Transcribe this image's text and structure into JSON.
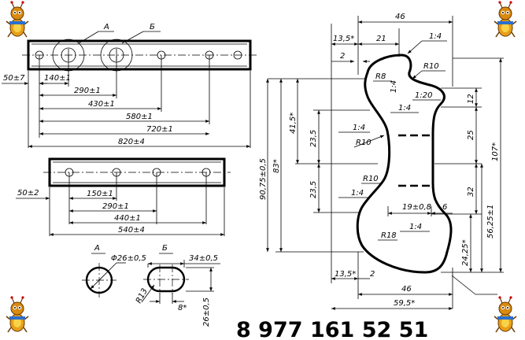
{
  "phone": "8 977 161 52 51",
  "bar1": {
    "labels": [
      "А",
      "Б"
    ],
    "dims": [
      "50±7",
      "140±1",
      "290±1",
      "430±1",
      "580±1",
      "720±1",
      "820±4"
    ]
  },
  "bar2": {
    "dims": [
      "50±2",
      "150±1",
      "290±1",
      "440±1",
      "540±4"
    ]
  },
  "details": {
    "a_label": "А",
    "b_label": "Б",
    "hole_dia": "Φ26±0,5",
    "slot_len": "34±0,5",
    "slot_radius": "R13",
    "slot_inner": "8*",
    "slot_height": "26±0,5"
  },
  "profile": {
    "top": [
      "46",
      "13,5*",
      "21",
      "2",
      "1:4"
    ],
    "radii": [
      "R10",
      "R8",
      "R10",
      "R10",
      "R18"
    ],
    "slopes": [
      "1:4",
      "1:20",
      "1:4",
      "1:4",
      "1:4",
      "1:4"
    ],
    "left": [
      "90,75±0,5",
      "83*",
      "41,5*",
      "23,5",
      "23,5"
    ],
    "right": [
      "12",
      "25",
      "32",
      "56,25±1",
      "24,25*",
      "107*"
    ],
    "bottom": [
      "13,5*",
      "2",
      "46",
      "59,5*",
      "19±0,8",
      "6"
    ]
  },
  "icons": [
    "ant-mascot-icon"
  ]
}
